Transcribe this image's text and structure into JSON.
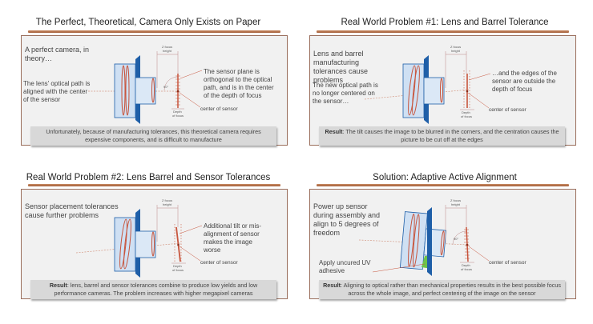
{
  "colors": {
    "rule": "#b06a45",
    "panel_border": "#9a6e5c",
    "panel_bg": "#f1f1f1",
    "result_bg": "#d8d8d8",
    "lens_blue": "#1f5fa8",
    "lens_red": "#c8553d",
    "adhesive_green": "#6cc24a"
  },
  "diagram_labels": {
    "z_focus_height": "Z focus height",
    "depth_of_focus": "Depth of focus",
    "angle": "90°"
  },
  "panels": [
    {
      "title": "The Perfect, Theoretical, Camera Only Exists on Paper",
      "heading": "A perfect camera, in theory…",
      "left_note": "The lens' optical path is aligned with the center of the sensor",
      "right_note": "The sensor plane is orthogonal to the optical path, and is in the center of the depth of focus",
      "center_label": "center of sensor",
      "result_label": "",
      "result_text": "Unfortunately, because of manufacturing tolerances, this theoretical camera requires expensive components, and is difficult to manufacture"
    },
    {
      "title": "Real World Problem #1: Lens and Barrel Tolerance",
      "heading": "Lens and barrel manufacturing tolerances cause problems",
      "left_note": "The new optical path is no longer centered on the sensor…",
      "right_note": "…and the edges of the sensor are outside the depth of focus",
      "center_label": "center of sensor",
      "result_label": "Result",
      "result_text": ": The tilt causes the image to be blurred in the corners, and the centration causes the picture to be cut off at the edges"
    },
    {
      "title": "Real World Problem #2: Lens Barrel and Sensor Tolerances",
      "heading": "Sensor placement tolerances cause further problems",
      "left_note": "",
      "right_note": "Additional tilt or mis-alignment of sensor makes the image worse",
      "center_label": "center of sensor",
      "result_label": "Result",
      "result_text": ": lens, barrel and sensor tolerances combine to produce low yields and low performance cameras.  The problem increases with higher megapixel cameras"
    },
    {
      "title": "Solution: Adaptive Active Alignment",
      "heading": "Power up sensor during assembly and align to 5 degrees of freedom",
      "left_note": "Apply uncured UV adhesive",
      "right_note": "",
      "center_label": "center of sensor",
      "result_label": "Result",
      "result_text": ": Aligning to optical rather than mechanical properties results in the best possible focus across the whole image, and perfect centering of the image on the sensor"
    }
  ]
}
